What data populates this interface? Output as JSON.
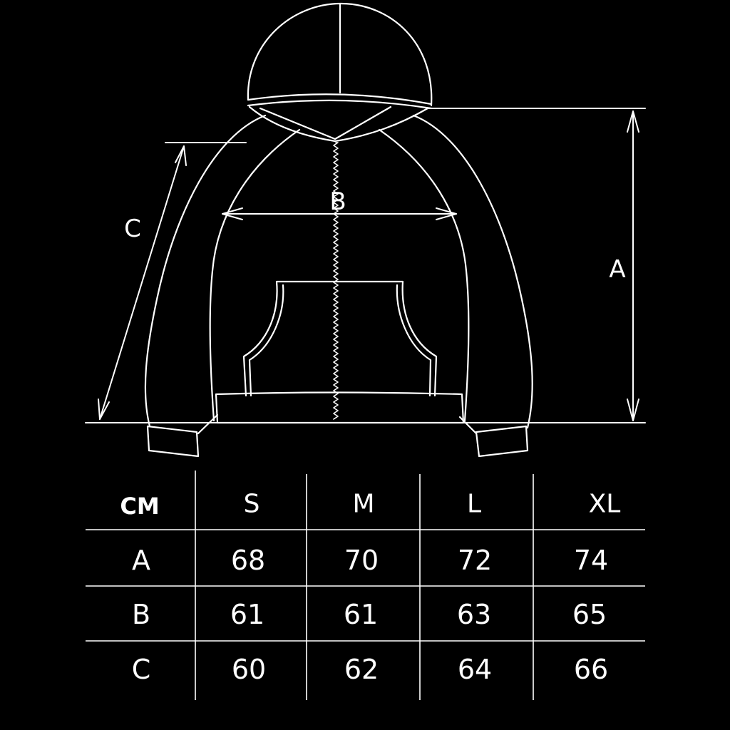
{
  "diagram": {
    "labels": {
      "a": "A",
      "b": "B",
      "c": "C"
    },
    "line_color": "#ffffff",
    "background": "#000000"
  },
  "table": {
    "unit": "CM",
    "sizes": [
      "S",
      "M",
      "L",
      "XL"
    ],
    "rows": [
      {
        "label": "A",
        "values": [
          "68",
          "70",
          "72",
          "74"
        ]
      },
      {
        "label": "B",
        "values": [
          "61",
          "61",
          "63",
          "65"
        ]
      },
      {
        "label": "C",
        "values": [
          "60",
          "62",
          "64",
          "66"
        ]
      }
    ]
  }
}
